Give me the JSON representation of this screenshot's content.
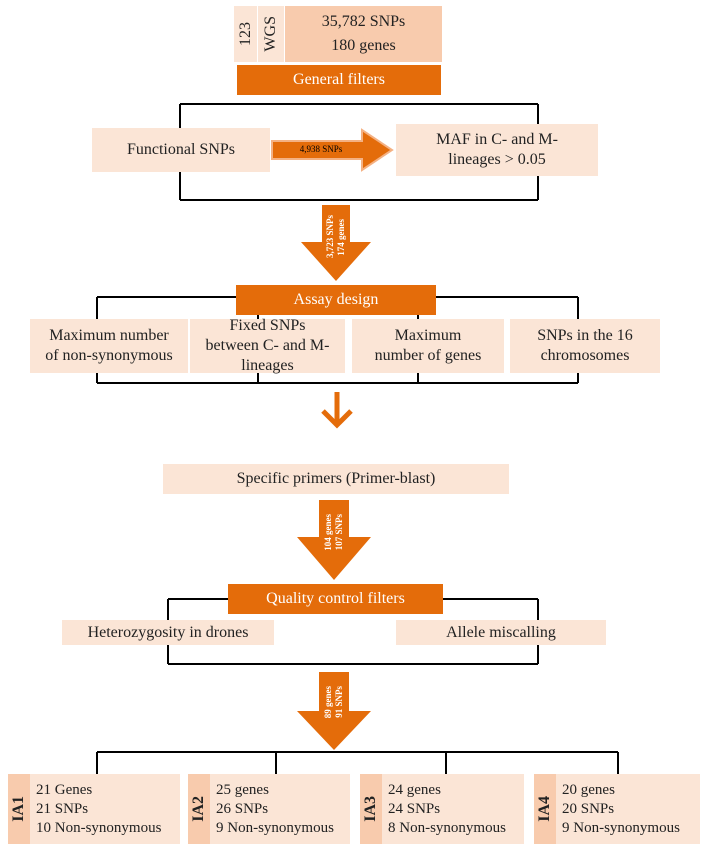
{
  "wgs": {
    "num": "123",
    "label": "WGS",
    "snps": "35,782 SNPs",
    "genes": "180 genes"
  },
  "general_filters": "General filters",
  "functional": "Functional SNPs",
  "arrow1_label": "4,938 SNPs",
  "maf": "MAF in C- and M-lineages > 0.05",
  "arrow2": {
    "line1": "3,723 SNPs",
    "line2": "174 genes"
  },
  "assay_design": "Assay design",
  "criteria": [
    "Maximum number of non-synonymous",
    "Fixed SNPs between  C- and M-lineages",
    "Maximum number of genes",
    "SNPs in the 16 chromosomes"
  ],
  "primers": "Specific primers (Primer-blast)",
  "arrow3": {
    "line1": "104 genes",
    "line2": "107 SNPs"
  },
  "quality": "Quality control filters",
  "hetero": "Heterozygosity in drones",
  "allele": "Allele miscalling",
  "arrow4": {
    "line1": "89 genes",
    "line2": "91 SNPs"
  },
  "panels": [
    {
      "label": "IA1",
      "genes": "21 Genes",
      "snps": "21 SNPs",
      "nonsyn": "10 Non-synonymous"
    },
    {
      "label": "IA2",
      "genes": "25 genes",
      "snps": "26 SNPs",
      "nonsyn": "9 Non-synonymous"
    },
    {
      "label": "IA3",
      "genes": "24 genes",
      "snps": "24 SNPs",
      "nonsyn": "8 Non-synonymous"
    },
    {
      "label": "IA4",
      "genes": "20 genes",
      "snps": "20 SNPs",
      "nonsyn": "9 Non-synonymous"
    }
  ],
  "colors": {
    "dark_orange": "#e46c0a",
    "mid_peach": "#f8cbad",
    "light_peach": "#fbe5d6",
    "arrow_outline": "#f4b183"
  }
}
